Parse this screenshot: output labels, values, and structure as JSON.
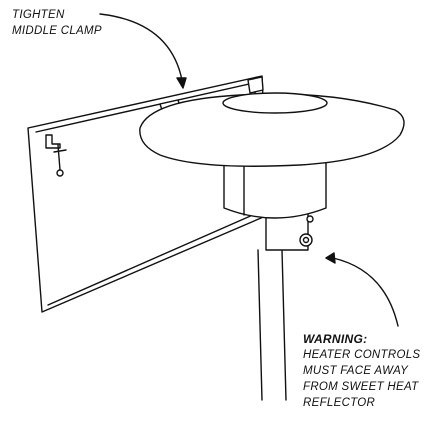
{
  "callouts": {
    "clamp": {
      "line1": "TIGHTEN",
      "line2": "MIDDLE  CLAMP"
    },
    "warning": {
      "heading": "WARNING:",
      "line1": "HEATER CONTROLS",
      "line2": "MUST FACE AWAY",
      "line3": "FROM  SWEET HEAT",
      "line4": "REFLECTOR"
    }
  },
  "colors": {
    "ink": "#111111",
    "background": "#ffffff"
  }
}
